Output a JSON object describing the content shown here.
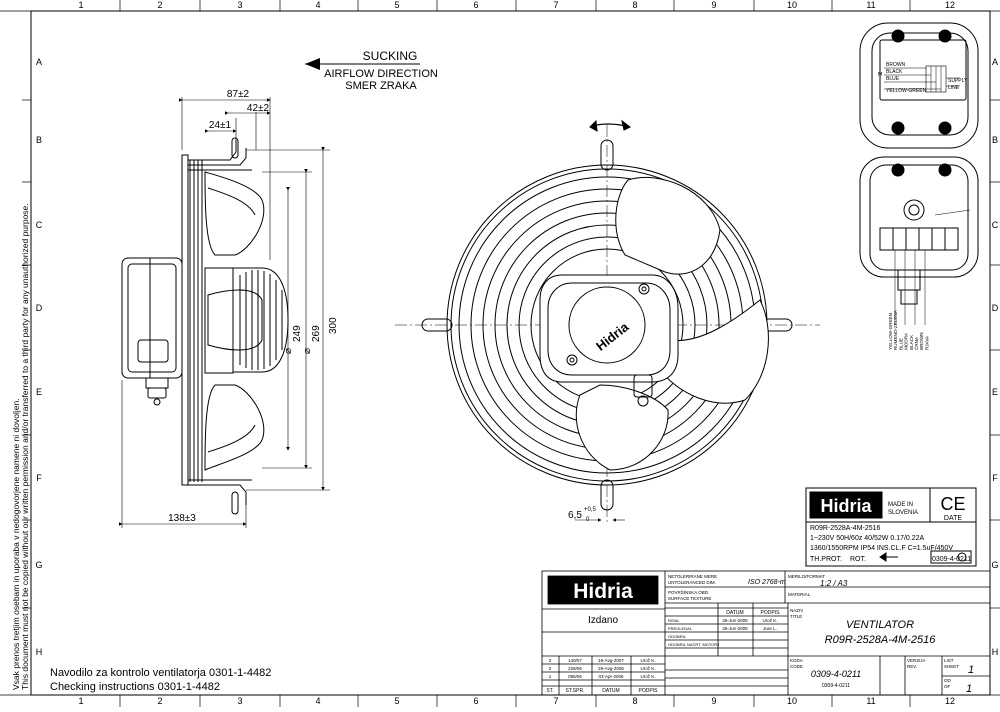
{
  "grid": {
    "cols": [
      "1",
      "2",
      "3",
      "4",
      "5",
      "6",
      "7",
      "8",
      "9",
      "10",
      "11",
      "12"
    ],
    "rows": [
      "A",
      "B",
      "C",
      "D",
      "E",
      "F",
      "G",
      "H"
    ]
  },
  "airflow": {
    "sucking": "SUCKING",
    "direction": "AIRFLOW DIRECTION",
    "smer": "SMER ZRAKA"
  },
  "dims": {
    "d87": "87±2",
    "d42": "42±2",
    "d24": "24±1",
    "d138": "138±3",
    "d249": "249",
    "d269": "269",
    "d300": "300",
    "d65": "6,5",
    "d65tol": "+0,5",
    "d65tol0": "0"
  },
  "side_note": {
    "line1": "Vsak prenos tretjim osebam in uporaba v nedogovorjene namene ni dovoljen.",
    "line2": "This document must not be copied without our written permission and/or transferred to a third party for any unauthorized purpose."
  },
  "instructions": {
    "line1": "Navodilo za kontrolo ventilatorja 0301-1-4482",
    "line2": "Checking instructions 0301-1-4482"
  },
  "wiring": {
    "brown": "BROWN",
    "black": "BLACK",
    "blue": "BLUE",
    "yg": "YELLOW-GREEN",
    "m": "M",
    "supply": "SUPPLY",
    "line": "LINE",
    "vlabels": [
      "YELLOW-GREEN",
      "RUMENO-ZELENA",
      "BLUE",
      "MODRA",
      "BLACK",
      "ČRNA",
      "BROWN",
      "RJAVA"
    ]
  },
  "label": {
    "brand": "Hidria",
    "made_in": "MADE IN",
    "slovenia": "SLOVENIA",
    "ce": "CE",
    "date": "DATE",
    "model": "R09R-2528A-4M-2516",
    "spec1": "1~230V 50H/60z 40/52W 0.17/0.22A",
    "spec2": "1360/1550RPM IP54 INS.CL.F C=1.5uF/450V",
    "thprot": "TH.PROT.",
    "rot": "ROT.",
    "code": "0309-4-0211"
  },
  "title_block": {
    "brand": "Hidria",
    "izdano": "Izdano",
    "tol_label1": "NETOLERIRANE MERE",
    "tol_label2": "UNTOLERANCED DIM.",
    "iso": "ISO 2768-m",
    "scale_label": "MERILO/FORMAT",
    "scale": "1:2 / A3",
    "surface1": "POVRŠINSKA OBD.",
    "surface2": "SURFACE TEXTURE",
    "material": "MATERIAL",
    "col_datum": "DATUM",
    "col_podpis": "PODPIS",
    "naziv1": "NAZIV",
    "naziv2": "TITLE",
    "title1": "VENTILATOR",
    "title2": "R09R-2528A-4M-2516",
    "rows": [
      {
        "role": "RISAL",
        "date": "26-Jun-2005",
        "sign": "Urož K."
      },
      {
        "role": "PREGLEDAL",
        "date": "26-Jun-2005",
        "sign": "Jure L."
      },
      {
        "role": "ODOBRIL",
        "date": "",
        "sign": ""
      },
      {
        "role": "ODOBRIL NAČRT. MOTORJ",
        "date": "",
        "sign": ""
      }
    ],
    "revisions": [
      {
        "st": "3",
        "stspr": "140/07",
        "datum": "16-Avg-2007",
        "podpis": "Urož K."
      },
      {
        "st": "2",
        "stspr": "228/06",
        "datum": "29-Avg-2006",
        "podpis": "Urož K."
      },
      {
        "st": "1",
        "stspr": "095/06",
        "datum": "03-Apr-2006",
        "podpis": "Urož K."
      }
    ],
    "rev_head": {
      "st": "ST.",
      "stspr": "ST.SPR.",
      "datum": "DATUM",
      "podpis": "PODPIS"
    },
    "koda1": "KODA",
    "koda2": "CODE",
    "code": "0309-4-0211",
    "code_small": "0309-4-0211",
    "verzija1": "VERZIJA",
    "verzija2": "REV.",
    "list1": "LIST",
    "list2": "SHEET",
    "sheet": "1",
    "od1": "OD",
    "od2": "OF",
    "of": "1"
  }
}
